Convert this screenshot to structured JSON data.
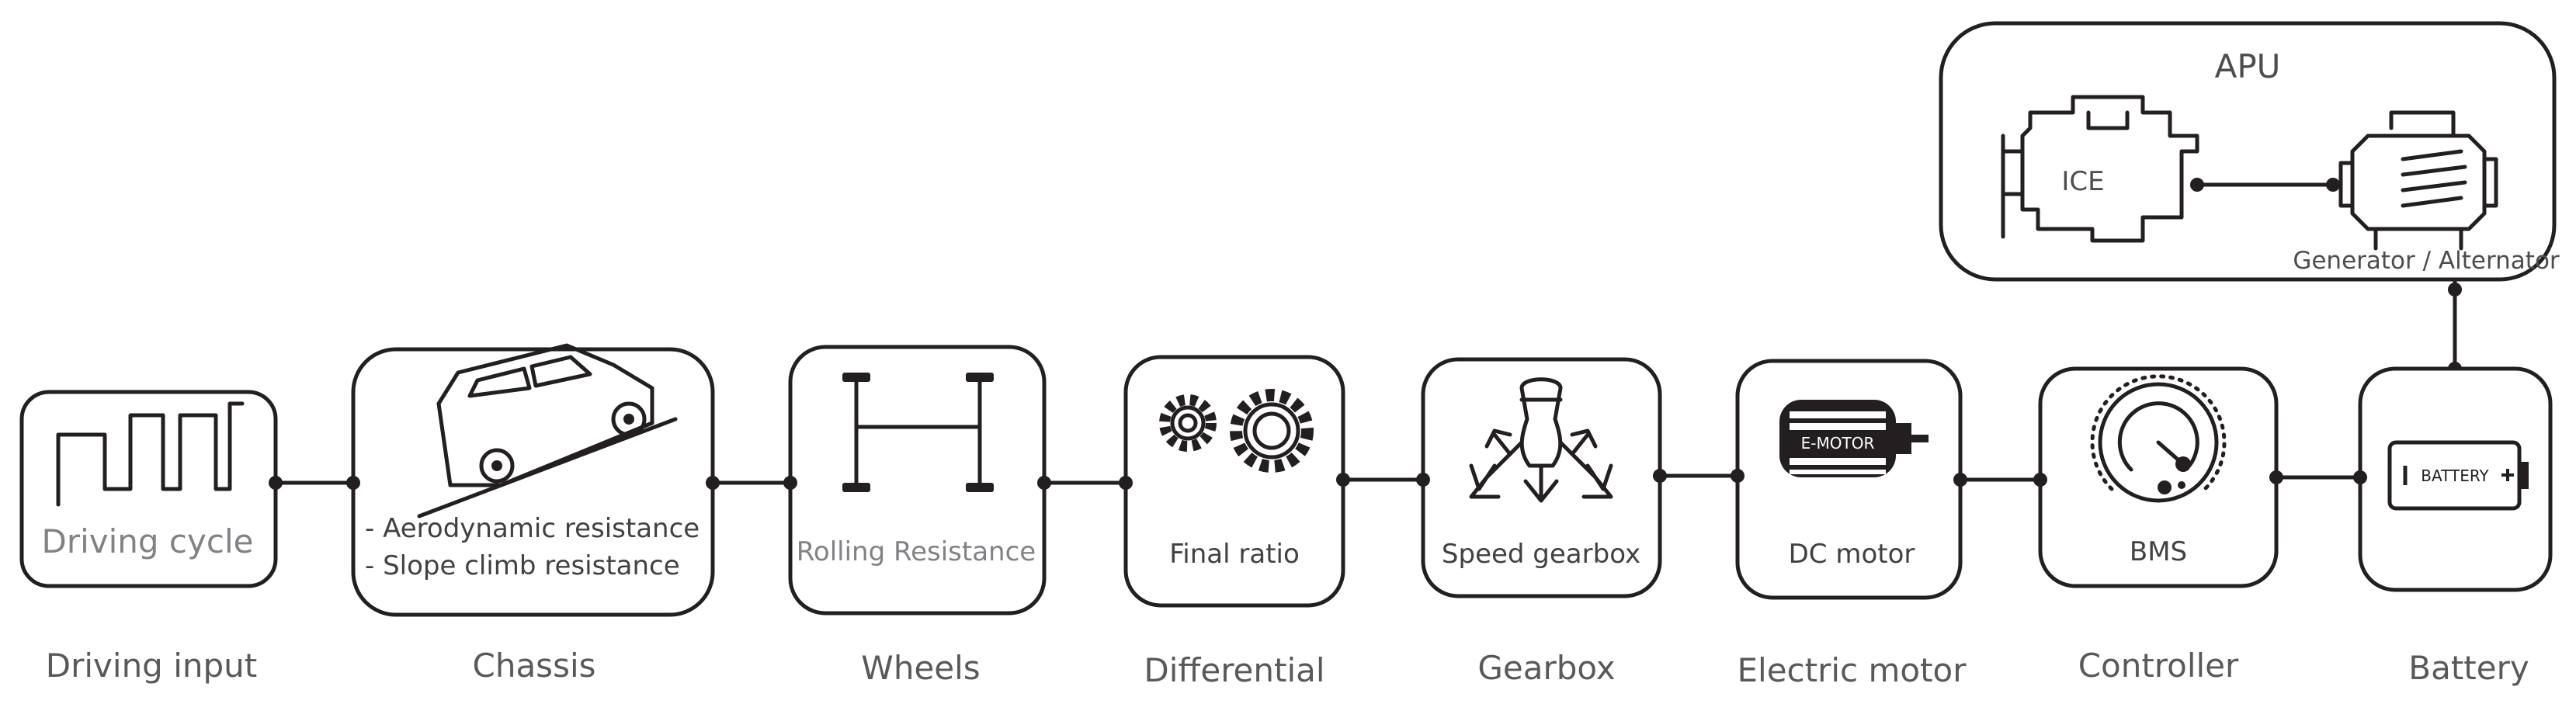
{
  "apu": {
    "title": "APU",
    "engine_label": "ICE",
    "generator_label": "Generator / Alternator"
  },
  "blocks": [
    {
      "id": "driving-input",
      "inner": "Driving cycle",
      "caption": "Driving input"
    },
    {
      "id": "chassis",
      "inner_lines": [
        "- Aerodynamic resistance",
        "- Slope climb resistance"
      ],
      "caption": "Chassis"
    },
    {
      "id": "wheels",
      "inner": "Rolling  Resistance",
      "caption": "Wheels"
    },
    {
      "id": "differential",
      "inner": "Final ratio",
      "caption": "Differential"
    },
    {
      "id": "gearbox",
      "inner": "Speed gearbox",
      "caption": "Gearbox"
    },
    {
      "id": "electric-motor",
      "inner": "DC motor",
      "icon_label": "E-MOTOR",
      "caption": "Electric motor"
    },
    {
      "id": "controller",
      "inner": "BMS",
      "caption": "Controller"
    },
    {
      "id": "battery",
      "icon_label": "BATTERY",
      "caption": "Battery"
    }
  ],
  "icons": [
    "step-signal-icon",
    "van-on-slope-icon",
    "axle-icon",
    "gears-icon",
    "gear-shifter-icon",
    "motor-icon",
    "gauge-icon",
    "battery-icon",
    "engine-icon",
    "alternator-icon"
  ],
  "colors": {
    "ink": "#231f20",
    "text": "#58595b"
  }
}
